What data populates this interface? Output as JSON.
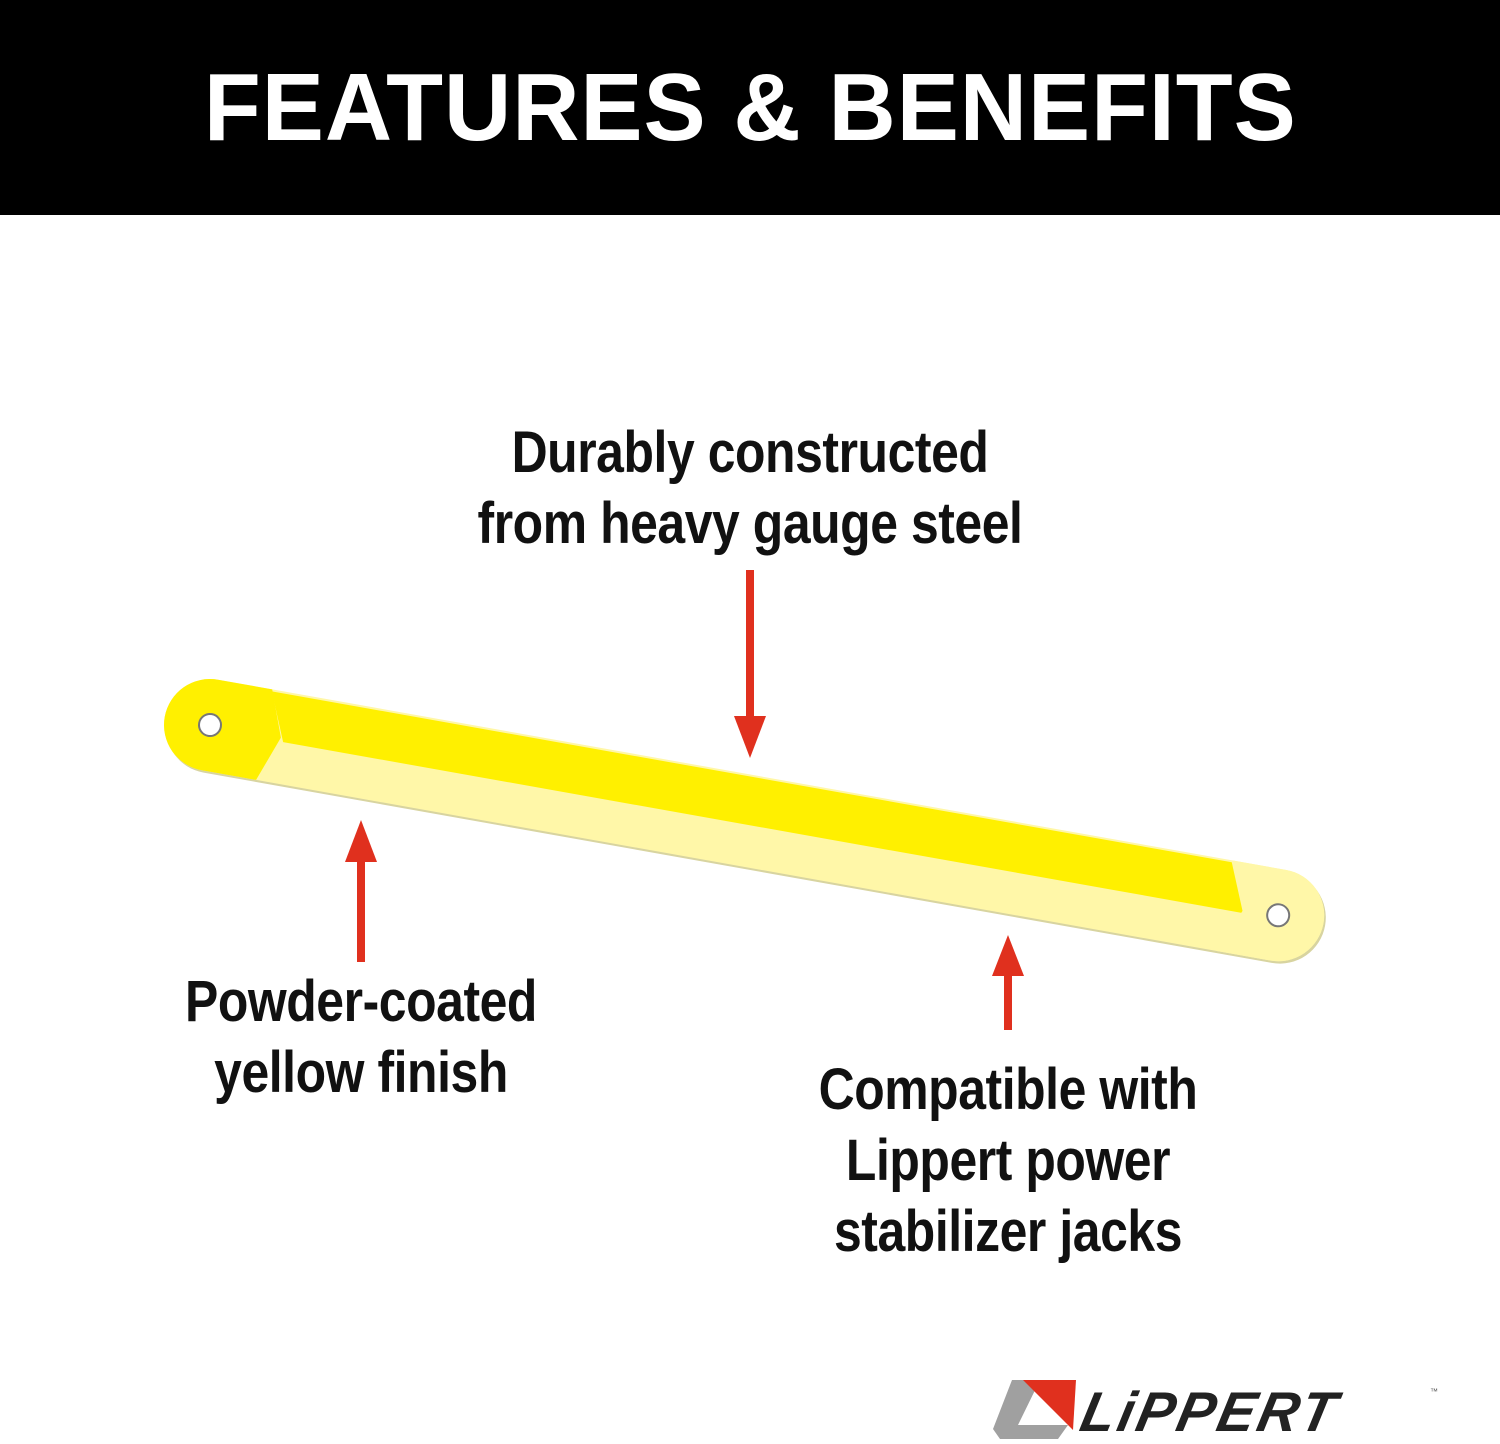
{
  "header": {
    "title": "FEATURES & BENEFITS"
  },
  "callouts": {
    "top": {
      "lines": [
        "Durably constructed",
        "from heavy gauge steel"
      ]
    },
    "left": {
      "lines": [
        "Powder-coated",
        "yellow finish"
      ]
    },
    "right": {
      "lines": [
        "Compatible with",
        "Lippert power",
        "stabilizer jacks"
      ]
    }
  },
  "logo": {
    "text": "LiPPERT",
    "trademark": "™"
  },
  "colors": {
    "arrow": "#e0301e",
    "bar_top": "#fff000",
    "bar_bottom": "#fff7a8",
    "banner": "#000000"
  }
}
